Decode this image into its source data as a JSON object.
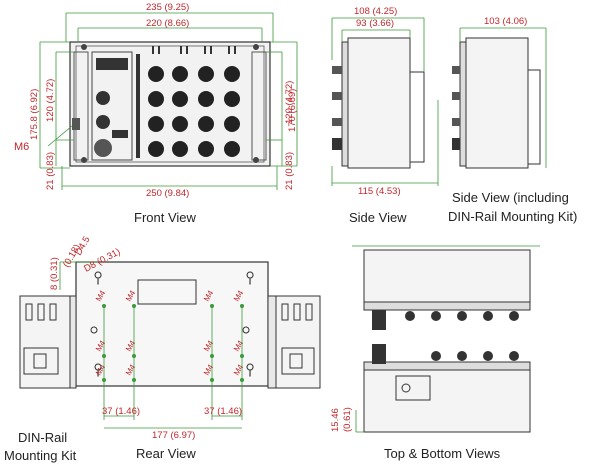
{
  "captions": {
    "front_view": "Front View",
    "side_view": "Side View",
    "side_view_din_line1": "Side View (including",
    "side_view_din_line2": "DIN-Rail Mounting Kit)",
    "din_rail_line1": "DIN-Rail",
    "din_rail_line2": "Mounting Kit",
    "rear_view": "Rear View",
    "top_bottom_views": "Top & Bottom Views"
  },
  "front_dims": {
    "w235": "235 (9.25)",
    "w220": "220 (8.66)",
    "w250": "250 (9.84)",
    "h175": "175.8 (6.92)",
    "h120_left": "120 (4.72)",
    "h21_left": "21 (0.83)",
    "h120_right": "120 (4.72)",
    "h170": "170 (6.69)",
    "h21_right": "21 (0.83)",
    "m6": "M6"
  },
  "side_dims": {
    "w108": "108 (4.25)",
    "w93": "93 (3.66)",
    "w115": "115 (4.53)",
    "w103": "103 (4.06)"
  },
  "rear_dims": {
    "d45": "D4.5",
    "d45_in": "(0.18)",
    "d8": "D8 (0.31)",
    "h8": "8 (0.31)",
    "w37_left": "37 (1.46)",
    "w37_right": "37 (1.46)",
    "w177": "177 (6.97)",
    "m4": "M4"
  },
  "topbottom_dims": {
    "h1546": "15.46",
    "h1546_in": "(0.61)"
  }
}
